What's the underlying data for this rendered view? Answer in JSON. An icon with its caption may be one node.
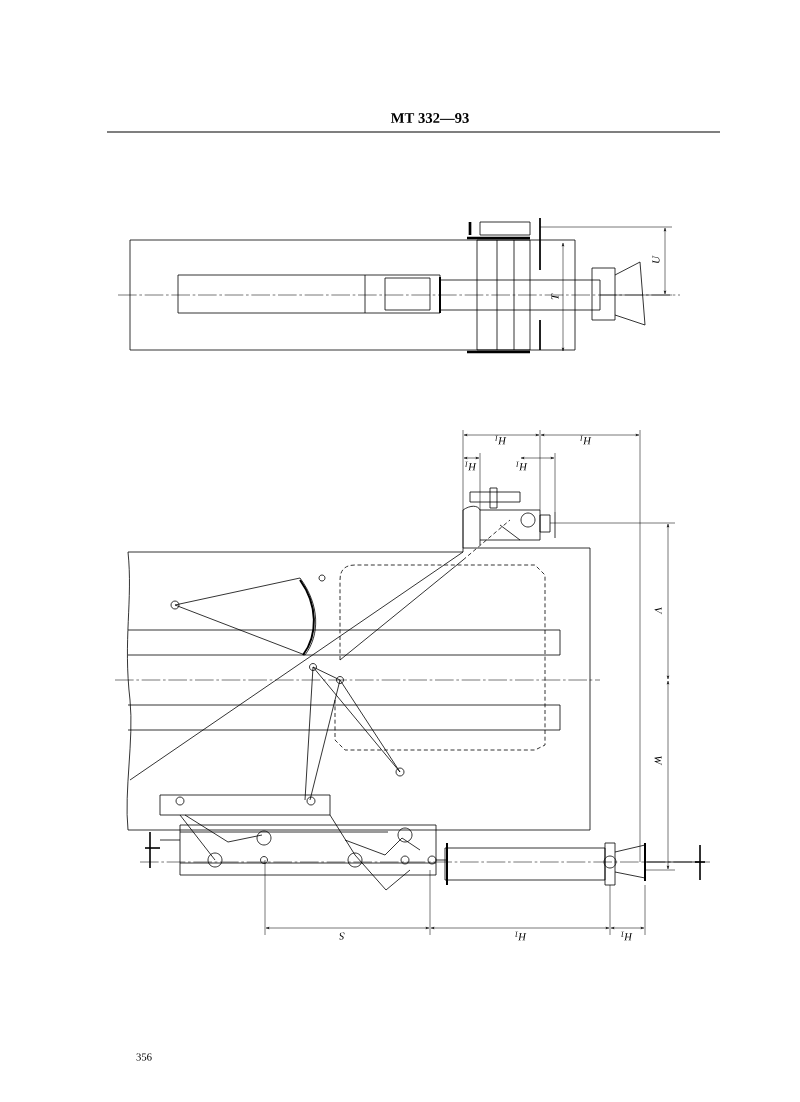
{
  "diagram": {
    "labels": [
      "MT 332—93",
      "U",
      "T",
      "H$_{1}$",
      "H$_{1}$",
      "H$_{1}$",
      "H$_{1}$",
      "V",
      "W",
      "S",
      "H$_{1}$",
      "H$_{1}$",
      "356"
    ]
  }
}
